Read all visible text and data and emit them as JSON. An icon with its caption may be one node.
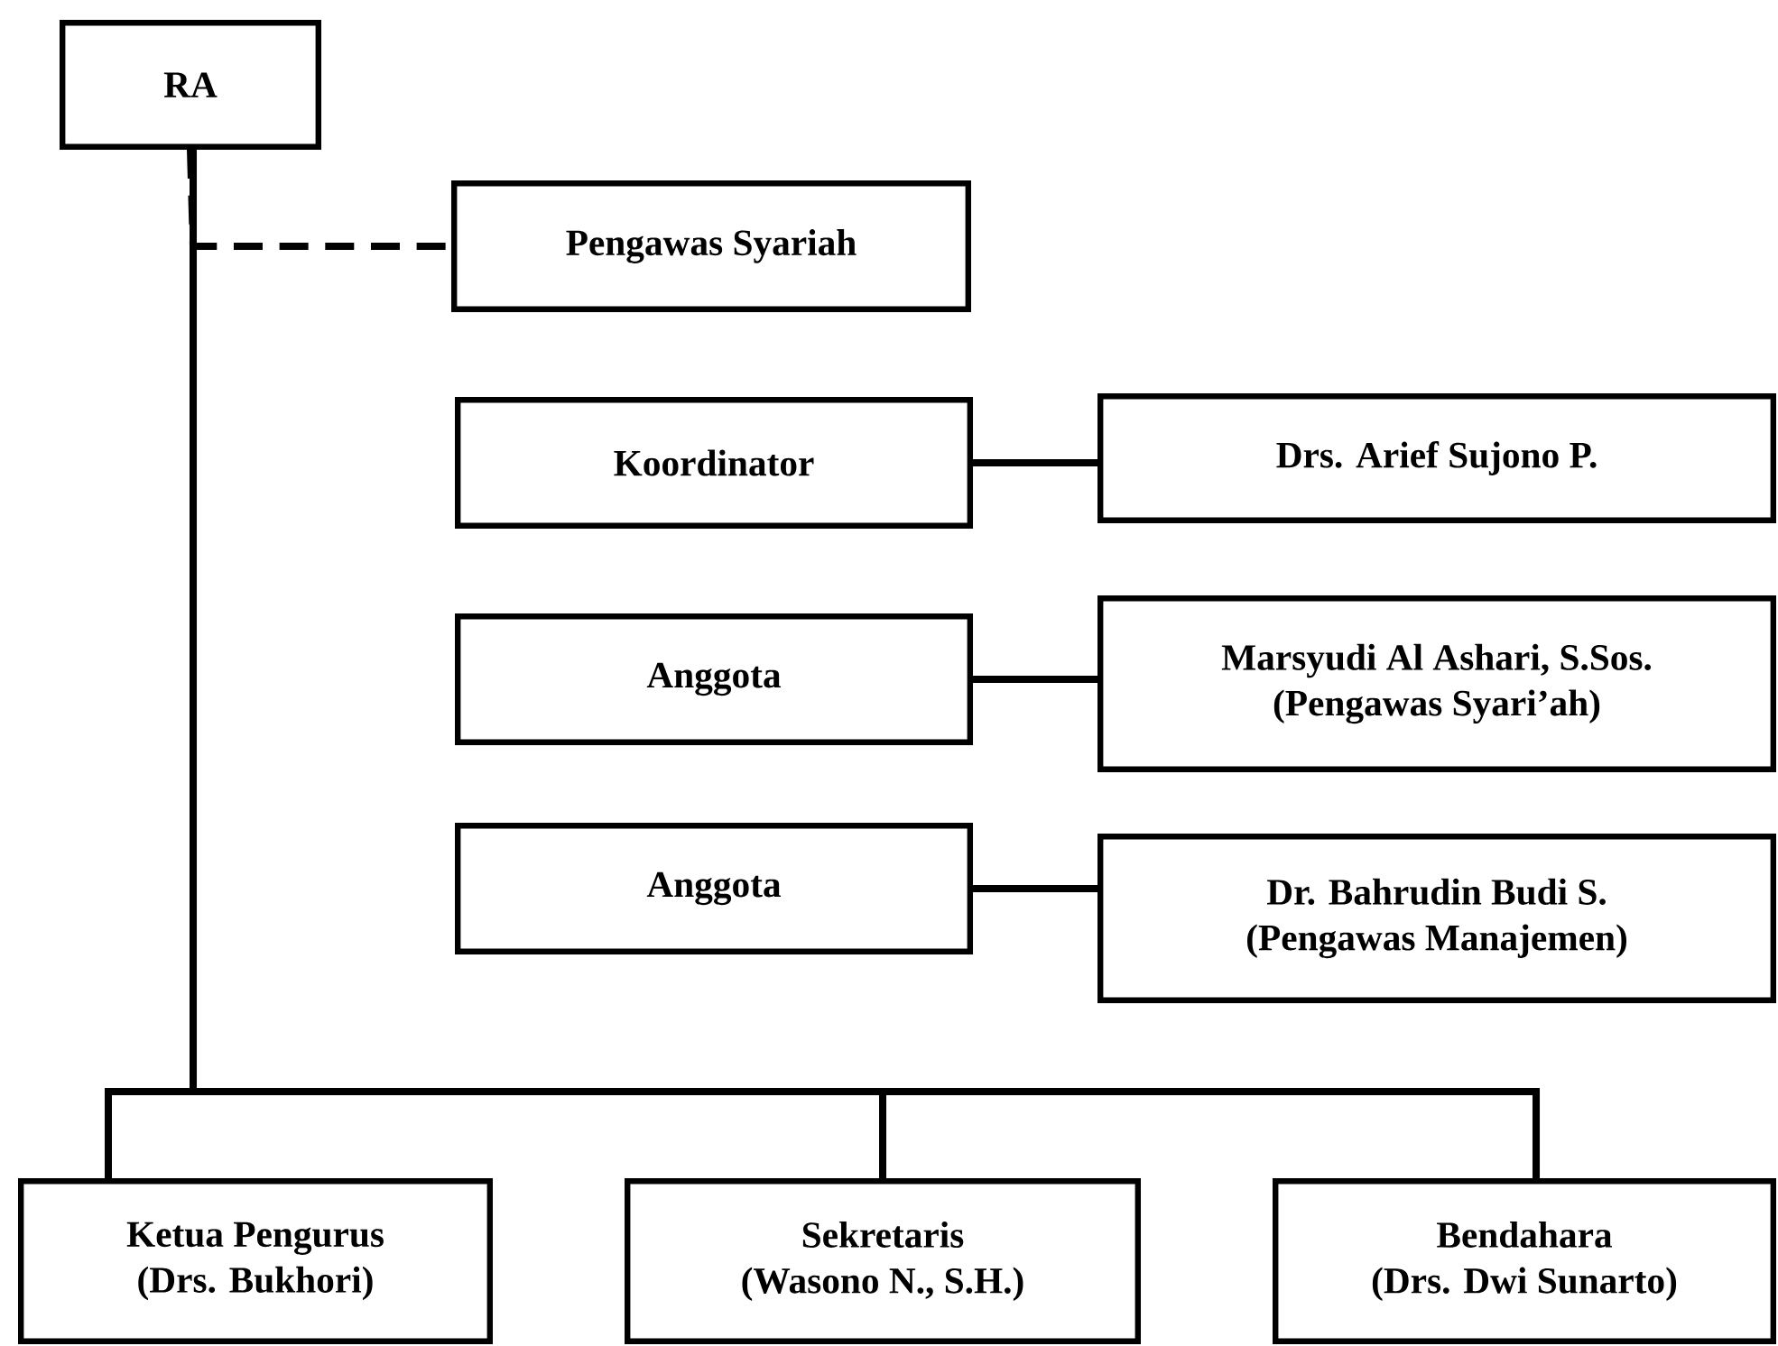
{
  "diagram": {
    "nodes": [
      {
        "text": [
          "RA"
        ]
      },
      {
        "text": [
          "Pengawas Syariah"
        ]
      },
      {
        "text": [
          "Koordinator"
        ]
      },
      {
        "text": [
          "Drs. Arief Sujono P."
        ]
      },
      {
        "text": [
          "Anggota"
        ]
      },
      {
        "text": [
          "Marsyudi Al Ashari, S.Sos.",
          "(Pengawas Syari’ah)"
        ]
      },
      {
        "text": [
          "Anggota"
        ]
      },
      {
        "text": [
          "Dr. Bahrudin Budi S.",
          "(Pengawas Manajemen)"
        ]
      },
      {
        "text": [
          "Ketua Pengurus",
          "(Drs. Bukhori)"
        ]
      },
      {
        "text": [
          "Sekretaris",
          "(Wasono N., S.H.)"
        ]
      },
      {
        "text": [
          "Bendahara",
          "(Drs. Dwi Sunarto)"
        ]
      }
    ],
    "edges": [
      {
        "from": 0,
        "to": 1,
        "arrow": "none",
        "style": "dashed"
      },
      {
        "from": 2,
        "to": 3,
        "arrow": "none"
      },
      {
        "from": 4,
        "to": 5,
        "arrow": "none"
      },
      {
        "from": 6,
        "to": 7,
        "arrow": "none"
      },
      {
        "from": 0,
        "to": 8,
        "arrow": "none"
      },
      {
        "from": 0,
        "to": 9,
        "arrow": "none"
      },
      {
        "from": 0,
        "to": 10,
        "arrow": "none"
      }
    ]
  }
}
